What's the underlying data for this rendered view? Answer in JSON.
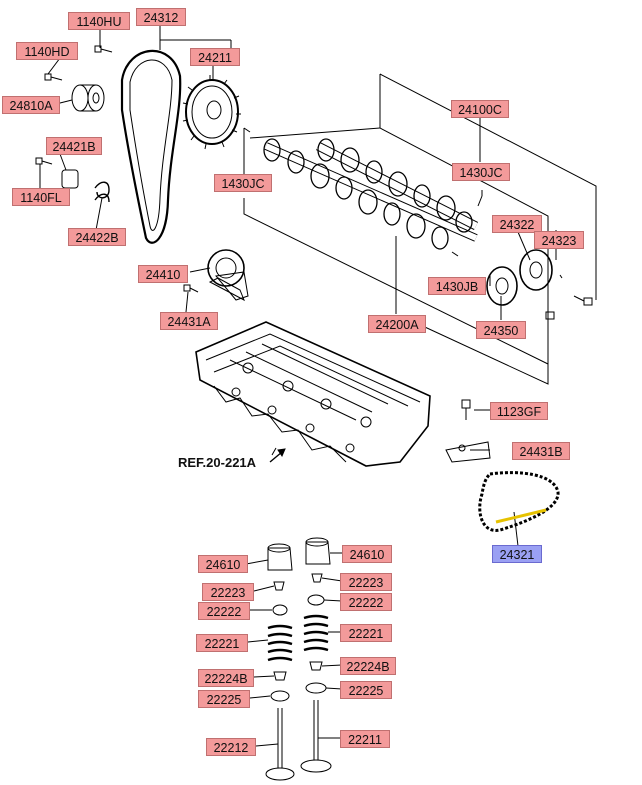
{
  "ref_text": "REF.20-221A",
  "labels": {
    "l1140HU": "1140HU",
    "l24312": "24312",
    "l1140HD": "1140HD",
    "l24211": "24211",
    "l24810A": "24810A",
    "l24100C": "24100C",
    "l24421B": "24421B",
    "l1140FL": "1140FL",
    "l1430JC_a": "1430JC",
    "l1430JC_b": "1430JC",
    "l24422B": "24422B",
    "l24322": "24322",
    "l24323": "24323",
    "l24410": "24410",
    "l1430JB": "1430JB",
    "l24431A": "24431A",
    "l24200A": "24200A",
    "l24350": "24350",
    "l1123GF": "1123GF",
    "l24431B": "24431B",
    "l24321": "24321",
    "l24610_a": "24610",
    "l24610_b": "24610",
    "l22223_a": "22223",
    "l22223_b": "22223",
    "l22222_a": "22222",
    "l22222_b": "22222",
    "l22221_a": "22221",
    "l22221_b": "22221",
    "l22224B_a": "22224B",
    "l22224B_b": "22224B",
    "l22225_a": "22225",
    "l22225_b": "22225",
    "l22212": "22212",
    "l22211": "22211"
  },
  "colors": {
    "label_bg": "#f39a9a",
    "label_selected_bg": "#9aa0f3",
    "line": "#000000"
  }
}
